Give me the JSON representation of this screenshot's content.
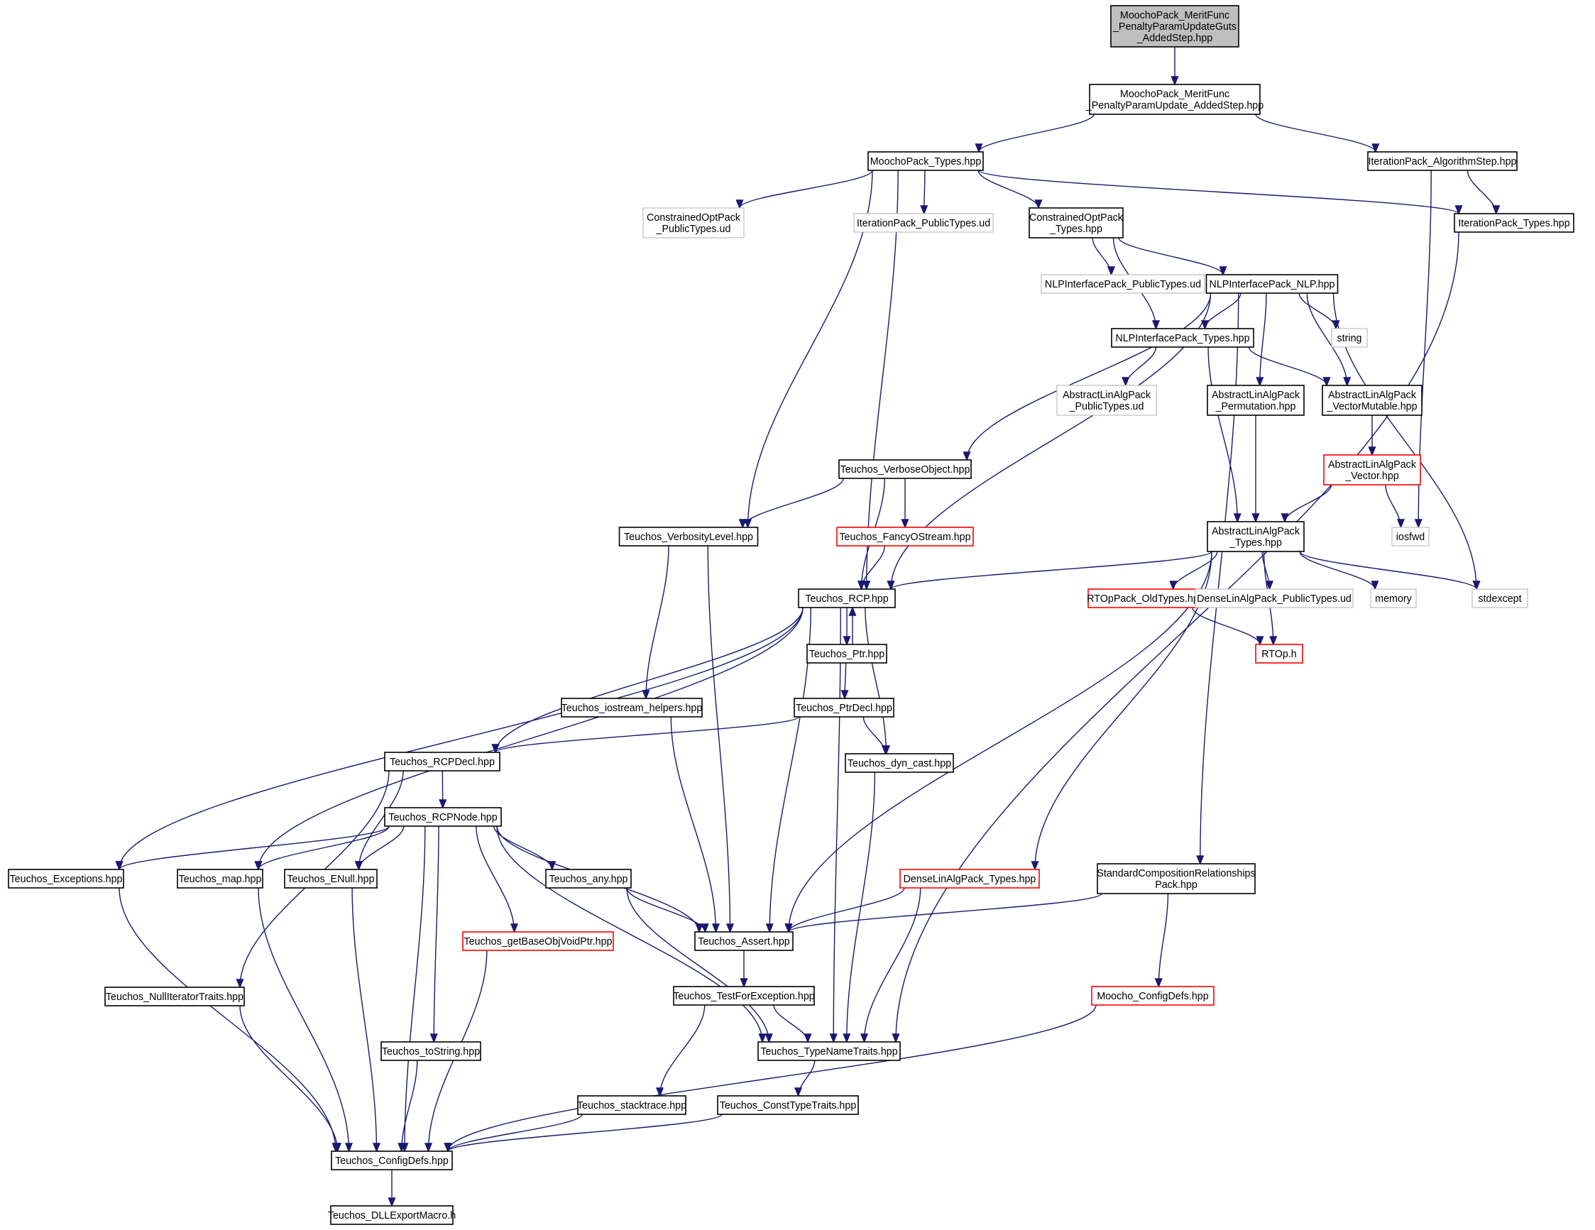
{
  "colors": {
    "edge": "#191970",
    "box_normal": "#000000",
    "box_missing": "#bfbfbf",
    "box_truncated": "#ff0000",
    "root_fill": "#bfbfbf",
    "background": "#ffffff"
  },
  "nodes": [
    {
      "id": "root",
      "lines": [
        "MoochoPack_MeritFunc",
        "_PenaltyParamUpdateGuts",
        "_AddedStep.hpp"
      ],
      "style": "root"
    },
    {
      "id": "n1",
      "lines": [
        "MoochoPack_MeritFunc",
        "_PenaltyParamUpdate_AddedStep.hpp"
      ],
      "style": "normal"
    },
    {
      "id": "n2",
      "lines": [
        "MoochoPack_Types.hpp"
      ],
      "style": "normal"
    },
    {
      "id": "n3",
      "lines": [
        "IterationPack_AlgorithmStep.hpp"
      ],
      "style": "normal"
    },
    {
      "id": "n4",
      "lines": [
        "ConstrainedOptPack",
        "_PublicTypes.ud"
      ],
      "style": "missing"
    },
    {
      "id": "n5",
      "lines": [
        "IterationPack_PublicTypes.ud"
      ],
      "style": "missing"
    },
    {
      "id": "n6",
      "lines": [
        "ConstrainedOptPack",
        "_Types.hpp"
      ],
      "style": "normal"
    },
    {
      "id": "n7",
      "lines": [
        "IterationPack_Types.hpp"
      ],
      "style": "normal"
    },
    {
      "id": "n8",
      "lines": [
        "NLPInterfacePack_PublicTypes.ud"
      ],
      "style": "missing"
    },
    {
      "id": "n9",
      "lines": [
        "NLPInterfacePack_NLP.hpp"
      ],
      "style": "normal"
    },
    {
      "id": "n10",
      "lines": [
        "NLPInterfacePack_Types.hpp"
      ],
      "style": "normal"
    },
    {
      "id": "n11",
      "lines": [
        "string"
      ],
      "style": "missing"
    },
    {
      "id": "n12",
      "lines": [
        "AbstractLinAlgPack",
        "_PublicTypes.ud"
      ],
      "style": "missing"
    },
    {
      "id": "n13",
      "lines": [
        "AbstractLinAlgPack",
        "_Permutation.hpp"
      ],
      "style": "normal"
    },
    {
      "id": "n14",
      "lines": [
        "AbstractLinAlgPack",
        "_VectorMutable.hpp"
      ],
      "style": "normal"
    },
    {
      "id": "n15",
      "lines": [
        "AbstractLinAlgPack",
        "_Vector.hpp"
      ],
      "style": "truncated"
    },
    {
      "id": "n16",
      "lines": [
        "Teuchos_VerboseObject.hpp"
      ],
      "style": "normal"
    },
    {
      "id": "n17",
      "lines": [
        "Teuchos_VerbosityLevel.hpp"
      ],
      "style": "normal"
    },
    {
      "id": "n18",
      "lines": [
        "Teuchos_FancyOStream.hpp"
      ],
      "style": "truncated"
    },
    {
      "id": "n19",
      "lines": [
        "AbstractLinAlgPack",
        "_Types.hpp"
      ],
      "style": "normal"
    },
    {
      "id": "n20",
      "lines": [
        "iosfwd"
      ],
      "style": "missing"
    },
    {
      "id": "n21",
      "lines": [
        "Teuchos_RCP.hpp"
      ],
      "style": "normal"
    },
    {
      "id": "n22",
      "lines": [
        "RTOpPack_OldTypes.hpp"
      ],
      "style": "truncated"
    },
    {
      "id": "n23",
      "lines": [
        "DenseLinAlgPack_PublicTypes.ud"
      ],
      "style": "missing"
    },
    {
      "id": "n24",
      "lines": [
        "memory"
      ],
      "style": "missing"
    },
    {
      "id": "n25",
      "lines": [
        "stdexcept"
      ],
      "style": "missing"
    },
    {
      "id": "n26",
      "lines": [
        "Teuchos_Ptr.hpp"
      ],
      "style": "normal"
    },
    {
      "id": "n27",
      "lines": [
        "RTOp.h"
      ],
      "style": "truncated"
    },
    {
      "id": "n28",
      "lines": [
        "Teuchos_iostream_helpers.hpp"
      ],
      "style": "normal"
    },
    {
      "id": "n29",
      "lines": [
        "Teuchos_PtrDecl.hpp"
      ],
      "style": "normal"
    },
    {
      "id": "n30",
      "lines": [
        "Teuchos_RCPDecl.hpp"
      ],
      "style": "normal"
    },
    {
      "id": "n31",
      "lines": [
        "Teuchos_dyn_cast.hpp"
      ],
      "style": "normal"
    },
    {
      "id": "n32",
      "lines": [
        "Teuchos_RCPNode.hpp"
      ],
      "style": "normal"
    },
    {
      "id": "n33",
      "lines": [
        "Teuchos_Exceptions.hpp"
      ],
      "style": "normal"
    },
    {
      "id": "n34",
      "lines": [
        "Teuchos_map.hpp"
      ],
      "style": "normal"
    },
    {
      "id": "n35",
      "lines": [
        "Teuchos_ENull.hpp"
      ],
      "style": "normal"
    },
    {
      "id": "n36",
      "lines": [
        "Teuchos_any.hpp"
      ],
      "style": "normal"
    },
    {
      "id": "n37",
      "lines": [
        "DenseLinAlgPack_Types.hpp"
      ],
      "style": "truncated"
    },
    {
      "id": "n38",
      "lines": [
        "StandardCompositionRelationships",
        "Pack.hpp"
      ],
      "style": "normal"
    },
    {
      "id": "n39",
      "lines": [
        "Teuchos_getBaseObjVoidPtr.hpp"
      ],
      "style": "truncated"
    },
    {
      "id": "n40",
      "lines": [
        "Teuchos_Assert.hpp"
      ],
      "style": "normal"
    },
    {
      "id": "n41",
      "lines": [
        "Teuchos_NullIteratorTraits.hpp"
      ],
      "style": "normal"
    },
    {
      "id": "n42",
      "lines": [
        "Teuchos_TestForException.hpp"
      ],
      "style": "normal"
    },
    {
      "id": "n43",
      "lines": [
        "Moocho_ConfigDefs.hpp"
      ],
      "style": "truncated"
    },
    {
      "id": "n44",
      "lines": [
        "Teuchos_toString.hpp"
      ],
      "style": "normal"
    },
    {
      "id": "n45",
      "lines": [
        "Teuchos_TypeNameTraits.hpp"
      ],
      "style": "normal"
    },
    {
      "id": "n46",
      "lines": [
        "Teuchos_stacktrace.hpp"
      ],
      "style": "normal"
    },
    {
      "id": "n47",
      "lines": [
        "Teuchos_ConstTypeTraits.hpp"
      ],
      "style": "normal"
    },
    {
      "id": "n48",
      "lines": [
        "Teuchos_ConfigDefs.hpp"
      ],
      "style": "normal"
    },
    {
      "id": "n49",
      "lines": [
        "Teuchos_DLLExportMacro.h"
      ],
      "style": "normal"
    }
  ],
  "edges": [
    [
      "root",
      "n1"
    ],
    [
      "n1",
      "n2"
    ],
    [
      "n1",
      "n3"
    ],
    [
      "n2",
      "n4"
    ],
    [
      "n2",
      "n5"
    ],
    [
      "n2",
      "n6"
    ],
    [
      "n2",
      "n7"
    ],
    [
      "n2",
      "n17"
    ],
    [
      "n2",
      "n21"
    ],
    [
      "n3",
      "n7"
    ],
    [
      "n3",
      "n20"
    ],
    [
      "n6",
      "n8"
    ],
    [
      "n6",
      "n9"
    ],
    [
      "n6",
      "n10"
    ],
    [
      "n7",
      "n45"
    ],
    [
      "n9",
      "n10"
    ],
    [
      "n9",
      "n11"
    ],
    [
      "n9",
      "n13"
    ],
    [
      "n9",
      "n14"
    ],
    [
      "n9",
      "n16"
    ],
    [
      "n9",
      "n21"
    ],
    [
      "n9",
      "n25"
    ],
    [
      "n9",
      "n38"
    ],
    [
      "n10",
      "n12"
    ],
    [
      "n10",
      "n14"
    ],
    [
      "n10",
      "n19"
    ],
    [
      "n13",
      "n19"
    ],
    [
      "n14",
      "n15"
    ],
    [
      "n15",
      "n19"
    ],
    [
      "n15",
      "n20"
    ],
    [
      "n16",
      "n17"
    ],
    [
      "n16",
      "n18"
    ],
    [
      "n16",
      "n21"
    ],
    [
      "n17",
      "n28"
    ],
    [
      "n17",
      "n40"
    ],
    [
      "n18",
      "n21"
    ],
    [
      "n19",
      "n21"
    ],
    [
      "n19",
      "n22"
    ],
    [
      "n19",
      "n23"
    ],
    [
      "n19",
      "n24"
    ],
    [
      "n19",
      "n25"
    ],
    [
      "n19",
      "n27"
    ],
    [
      "n19",
      "n37"
    ],
    [
      "n19",
      "n40"
    ],
    [
      "n21",
      "n26"
    ],
    [
      "n21",
      "n30"
    ],
    [
      "n21",
      "n31"
    ],
    [
      "n21",
      "n33"
    ],
    [
      "n21",
      "n34"
    ],
    [
      "n21",
      "n40"
    ],
    [
      "n21",
      "n45"
    ],
    [
      "n22",
      "n27"
    ],
    [
      "n26",
      "n21"
    ],
    [
      "n26",
      "n29"
    ],
    [
      "n28",
      "n40"
    ],
    [
      "n29",
      "n30"
    ],
    [
      "n29",
      "n31"
    ],
    [
      "n30",
      "n32"
    ],
    [
      "n30",
      "n35"
    ],
    [
      "n30",
      "n41"
    ],
    [
      "n31",
      "n45"
    ],
    [
      "n32",
      "n33"
    ],
    [
      "n32",
      "n34"
    ],
    [
      "n32",
      "n35"
    ],
    [
      "n32",
      "n36"
    ],
    [
      "n32",
      "n39"
    ],
    [
      "n32",
      "n40"
    ],
    [
      "n32",
      "n44"
    ],
    [
      "n32",
      "n45"
    ],
    [
      "n32",
      "n48"
    ],
    [
      "n33",
      "n48"
    ],
    [
      "n34",
      "n48"
    ],
    [
      "n35",
      "n48"
    ],
    [
      "n36",
      "n40"
    ],
    [
      "n36",
      "n45"
    ],
    [
      "n37",
      "n40"
    ],
    [
      "n37",
      "n45"
    ],
    [
      "n38",
      "n40"
    ],
    [
      "n38",
      "n43"
    ],
    [
      "n39",
      "n48"
    ],
    [
      "n40",
      "n42"
    ],
    [
      "n41",
      "n48"
    ],
    [
      "n42",
      "n45"
    ],
    [
      "n42",
      "n46"
    ],
    [
      "n43",
      "n48"
    ],
    [
      "n44",
      "n48"
    ],
    [
      "n45",
      "n47"
    ],
    [
      "n46",
      "n48"
    ],
    [
      "n47",
      "n48"
    ],
    [
      "n48",
      "n49"
    ]
  ]
}
